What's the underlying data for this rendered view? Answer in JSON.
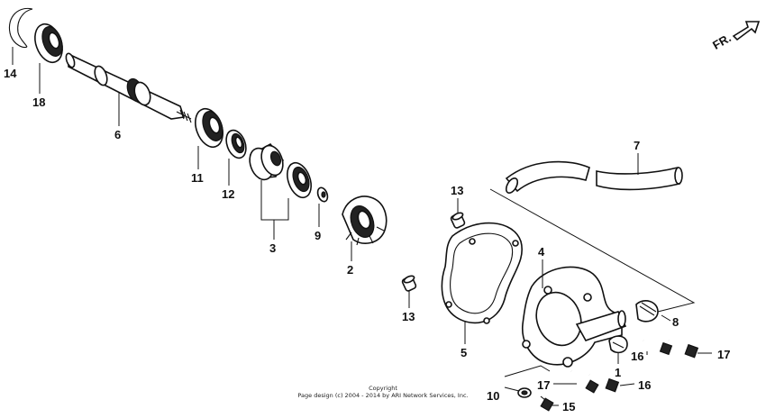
{
  "diagram": {
    "callouts": {
      "p1": "1",
      "p2": "2",
      "p3": "3",
      "p4": "4",
      "p5": "5",
      "p6": "6",
      "p7": "7",
      "p8": "8",
      "p9": "9",
      "p10": "10",
      "p11": "11",
      "p12": "12",
      "p13a": "13",
      "p13b": "13",
      "p14": "14",
      "p15": "15",
      "p16a": "16",
      "p16b": "16",
      "p17a": "17",
      "p17b": "17",
      "p18": "18"
    },
    "direction_label": "FR.",
    "copyright_line1": "Copyright",
    "copyright_line2": "Page design (c) 2004 - 2014 by ARI Network Services, Inc."
  }
}
